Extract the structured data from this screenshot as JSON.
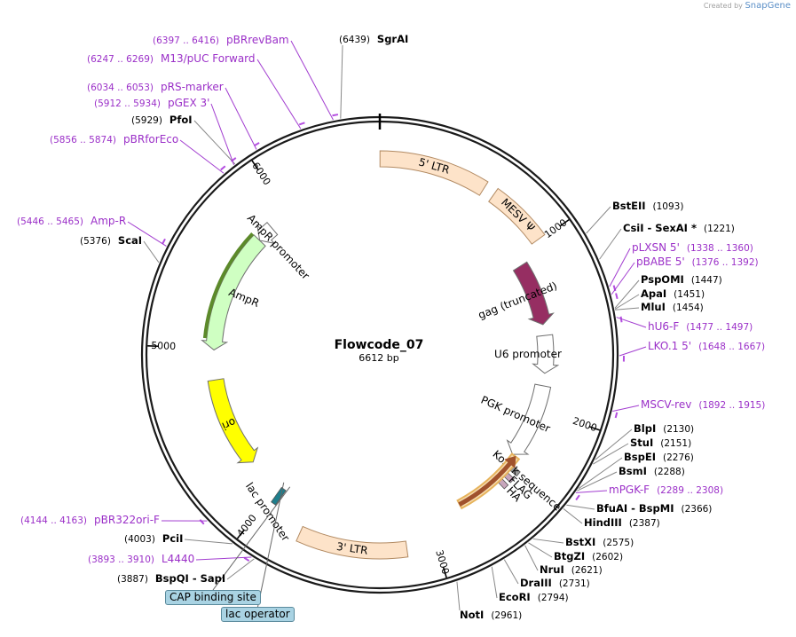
{
  "credit": {
    "created_by": "Created by",
    "brand": "SnapGene"
  },
  "plasmid": {
    "name": "Flowcode_07",
    "size": "6612 bp",
    "length": 6612
  },
  "ticks": [
    {
      "bp": 1000,
      "label": "1000"
    },
    {
      "bp": 2000,
      "label": "2000"
    },
    {
      "bp": 3000,
      "label": "3000"
    },
    {
      "bp": 4000,
      "label": "4000"
    },
    {
      "bp": 5000,
      "label": "5000"
    },
    {
      "bp": 6000,
      "label": "6000"
    }
  ],
  "features": [
    {
      "name": "5' LTR",
      "start": 1,
      "end": 588,
      "color": "#fde3c9",
      "type": "box"
    },
    {
      "name": "MESV Ψ",
      "start": 650,
      "end": 990,
      "color": "#fde3c9",
      "type": "box"
    },
    {
      "name": "gag (truncated)",
      "start": 1060,
      "end": 1460,
      "color": "#962e62",
      "type": "arrow"
    },
    {
      "name": "U6 promoter",
      "start": 1530,
      "end": 1770,
      "color": "#ffffff",
      "type": "arrow"
    },
    {
      "name": "PGK promoter",
      "start": 1850,
      "end": 2330,
      "color": "#ffffff",
      "type": "arrow"
    },
    {
      "name": "Kozak sequence",
      "start": 2395,
      "end": 2405,
      "color": "#9a9a9a",
      "type": "mark"
    },
    {
      "name": "FLAG",
      "start": 2440,
      "end": 2465,
      "color": "#c8a6bc",
      "type": "mark"
    },
    {
      "name": "HA",
      "start": 2490,
      "end": 2515,
      "color": "#c8a6bc",
      "type": "mark"
    },
    {
      "name": "",
      "start": 2330,
      "end": 2790,
      "color": "#f0c890",
      "type": "glowarrow"
    },
    {
      "name": "3' LTR",
      "start": 3160,
      "end": 3750,
      "color": "#fde3c9",
      "type": "box"
    },
    {
      "name": "lac promoter",
      "start": 3945,
      "end": 3975,
      "color": "#1f7e8c",
      "type": "mark"
    },
    {
      "name": "ori",
      "start": 4220,
      "end": 4800,
      "color": "#ffff00",
      "type": "arrow"
    },
    {
      "name": "AmpR",
      "start": 4990,
      "end": 5760,
      "color": "#cfffc2",
      "type": "ampr"
    },
    {
      "name": "AmpR promoter",
      "start": 5760,
      "end": 5870,
      "color": "#ffffff",
      "type": "arrow"
    }
  ],
  "sites_right": [
    {
      "name": "BstEII",
      "pos": "(1093)",
      "bp": 1093
    },
    {
      "name": "CsiI  -  SexAI *",
      "pos": "(1221)",
      "bp": 1221
    },
    {
      "name": "PspOMI",
      "pos": "(1447)",
      "bp": 1447
    },
    {
      "name": "ApaI",
      "pos": "(1451)",
      "bp": 1451
    },
    {
      "name": "MluI",
      "pos": "(1454)",
      "bp": 1454
    },
    {
      "name": "BlpI",
      "pos": "(2130)",
      "bp": 2130
    },
    {
      "name": "StuI",
      "pos": "(2151)",
      "bp": 2151
    },
    {
      "name": "BspEI",
      "pos": "(2276)",
      "bp": 2276
    },
    {
      "name": "BsmI",
      "pos": "(2288)",
      "bp": 2288
    },
    {
      "name": "BfuAI  -  BspMI",
      "pos": "(2366)",
      "bp": 2366
    },
    {
      "name": "HindIII",
      "pos": "(2387)",
      "bp": 2387
    },
    {
      "name": "BstXI",
      "pos": "(2575)",
      "bp": 2575
    },
    {
      "name": "BtgZI",
      "pos": "(2602)",
      "bp": 2602
    },
    {
      "name": "NruI",
      "pos": "(2621)",
      "bp": 2621
    },
    {
      "name": "DraIII",
      "pos": "(2731)",
      "bp": 2731
    },
    {
      "name": "EcoRI",
      "pos": "(2794)",
      "bp": 2794
    },
    {
      "name": "NotI",
      "pos": "(2961)",
      "bp": 2961
    }
  ],
  "sites_left": [
    {
      "name": "SgrAI",
      "pos": "(6439)",
      "bp": 6439
    },
    {
      "name": "PfoI",
      "pos": "(5929)",
      "bp": 5929
    },
    {
      "name": "ScaI",
      "pos": "(5376)",
      "bp": 5376
    },
    {
      "name": "PciI",
      "pos": "(4003)",
      "bp": 4003
    },
    {
      "name": "BspQI  -  SapI",
      "pos": "(3887)",
      "bp": 3887
    }
  ],
  "primers": [
    {
      "name": "pLXSN 5'",
      "pos": "(1338 .. 1360)",
      "bp": 1349
    },
    {
      "name": "pBABE 5'",
      "pos": "(1376 .. 1392)",
      "bp": 1384
    },
    {
      "name": "hU6-F",
      "pos": "(1477 .. 1497)",
      "bp": 1487
    },
    {
      "name": "LKO.1 5'",
      "pos": "(1648 .. 1667)",
      "bp": 1657
    },
    {
      "name": "MSCV-rev",
      "pos": "(1892 .. 1915)",
      "bp": 1903
    },
    {
      "name": "mPGK-F",
      "pos": "(2289 .. 2308)",
      "bp": 2298
    },
    {
      "name": "pBR322ori-F",
      "pos": "(4144 .. 4163)",
      "bp": 4153
    },
    {
      "name": "L4440",
      "pos": "(3893 .. 3910)",
      "bp": 3901
    },
    {
      "name": "Amp-R",
      "pos": "(5446 .. 5465)",
      "bp": 5455
    },
    {
      "name": "pBRforEco",
      "pos": "(5856 .. 5874)",
      "bp": 5865
    },
    {
      "name": "pGEX 3'",
      "pos": "(5912 .. 5934)",
      "bp": 5923
    },
    {
      "name": "pRS-marker",
      "pos": "(6034 .. 6053)",
      "bp": 6043
    },
    {
      "name": "M13/pUC Forward",
      "pos": "(6247 .. 6269)",
      "bp": 6258
    },
    {
      "name": "pBRrevBam",
      "pos": "(6397 .. 6416)",
      "bp": 6406
    }
  ],
  "boxed": [
    {
      "name": "CAP binding site",
      "bp": 3935
    },
    {
      "name": "lac operator",
      "bp": 3985
    }
  ]
}
